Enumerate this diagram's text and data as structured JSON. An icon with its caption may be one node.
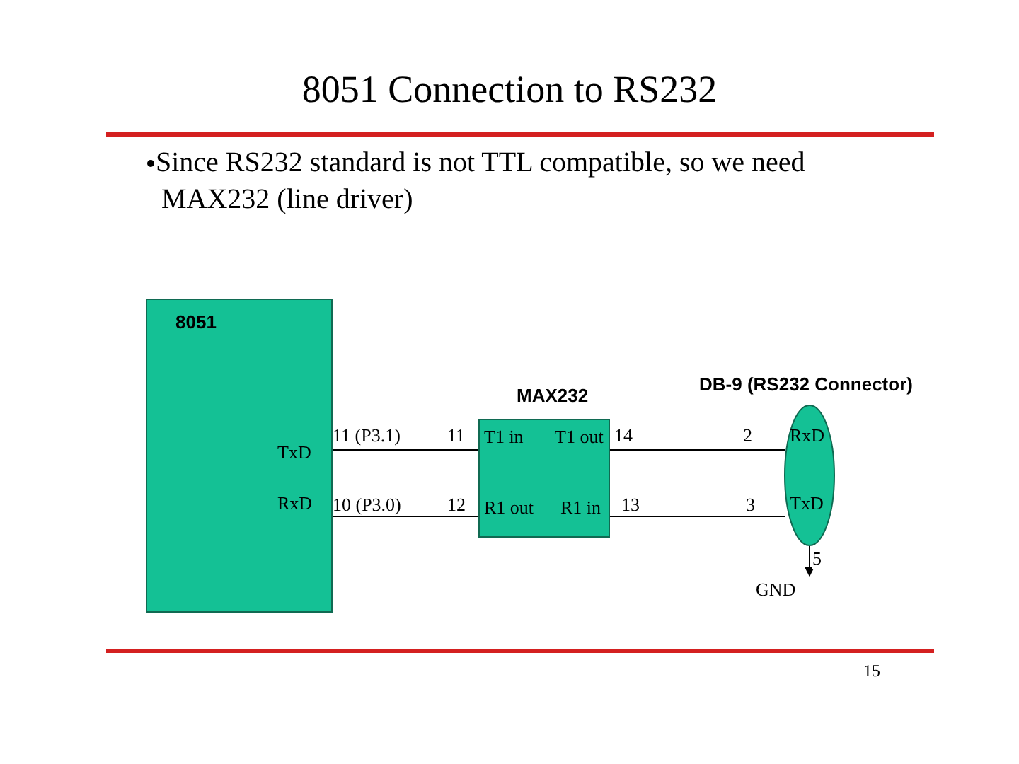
{
  "diagram": {
    "title": "8051 Connection to RS232",
    "nodes": [
      {
        "text": [
          "8051",
          "TxD",
          "RxD"
        ]
      },
      {
        "text": [
          "MAX232",
          "T1 in",
          "T1 out",
          "R1 out",
          "R1 in"
        ]
      },
      {
        "text": [
          "DB-9 (RS232 Connector)",
          "RxD",
          "TxD"
        ]
      },
      {
        "text": [
          "GND"
        ]
      }
    ],
    "edges": [
      {
        "from": 0,
        "to": 1,
        "arrow": "none"
      },
      {
        "from": 0,
        "to": 1,
        "arrow": "none"
      },
      {
        "from": 1,
        "to": 2,
        "arrow": "none"
      },
      {
        "from": 1,
        "to": 2,
        "arrow": "none"
      },
      {
        "from": 2,
        "to": 3,
        "arrow": "to",
        "label": "5"
      }
    ],
    "labels": [
      "Since RS232 standard is not TTL compatible, so we need MAX232 (line driver)",
      "11 (P3.1)",
      "11",
      "14",
      "2",
      "10 (P3.0)",
      "12",
      "13",
      "3",
      "15"
    ]
  }
}
